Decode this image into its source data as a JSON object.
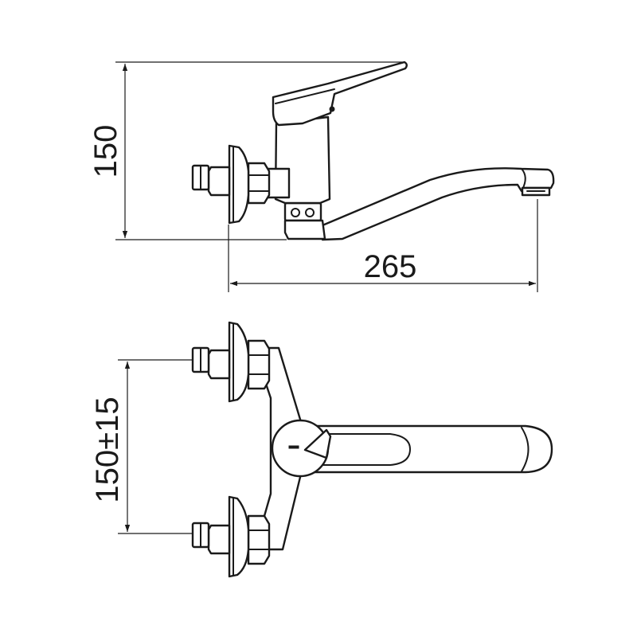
{
  "colors": {
    "line": "#1a1a1a",
    "background": "#ffffff"
  },
  "side_view": {
    "height_dimension": "150",
    "width_dimension": "265"
  },
  "top_view": {
    "spacing_dimension": "150±15"
  }
}
